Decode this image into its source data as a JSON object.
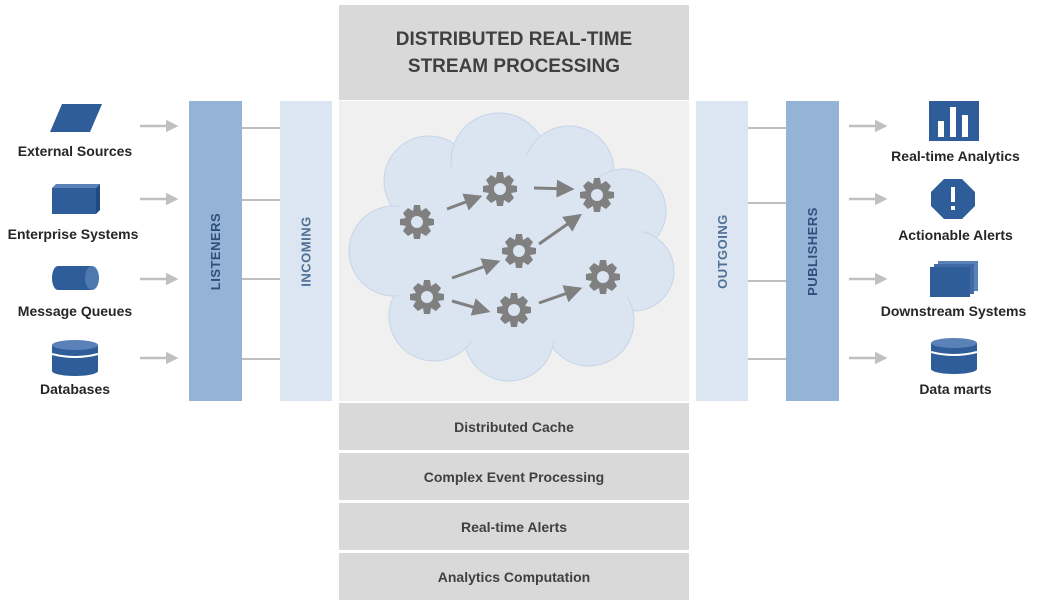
{
  "title": {
    "line1": "DISTRIBUTED REAL-TIME",
    "line2": "STREAM PROCESSING"
  },
  "sources": [
    {
      "label": "External Sources",
      "icon": "parallelogram-icon"
    },
    {
      "label": "Enterprise Systems",
      "icon": "box-icon"
    },
    {
      "label": "Message Queues",
      "icon": "cylinder-horizontal-icon"
    },
    {
      "label": "Databases",
      "icon": "database-icon"
    }
  ],
  "bars": {
    "listeners": "LISTENERS",
    "incoming": "INCOMING",
    "outgoing": "OUTGOING",
    "publishers": "PUBLISHERS"
  },
  "outputs": [
    {
      "label": "Real-time Analytics",
      "icon": "bar-chart-icon"
    },
    {
      "label": "Actionable Alerts",
      "icon": "alert-icon"
    },
    {
      "label": "Downstream Systems",
      "icon": "documents-icon"
    },
    {
      "label": "Data marts",
      "icon": "database-icon"
    }
  ],
  "modules": [
    "Distributed Cache",
    "Complex Event Processing",
    "Real-time Alerts",
    "Analytics Computation"
  ],
  "colors": {
    "icon": "#2e5d99",
    "bar_dark": "#95b3d7",
    "bar_light": "#dce6f2",
    "panel": "#d9d9d9",
    "cloud": "#dbe5f1",
    "gear": "#808080",
    "arrow": "#c0c0c0"
  }
}
